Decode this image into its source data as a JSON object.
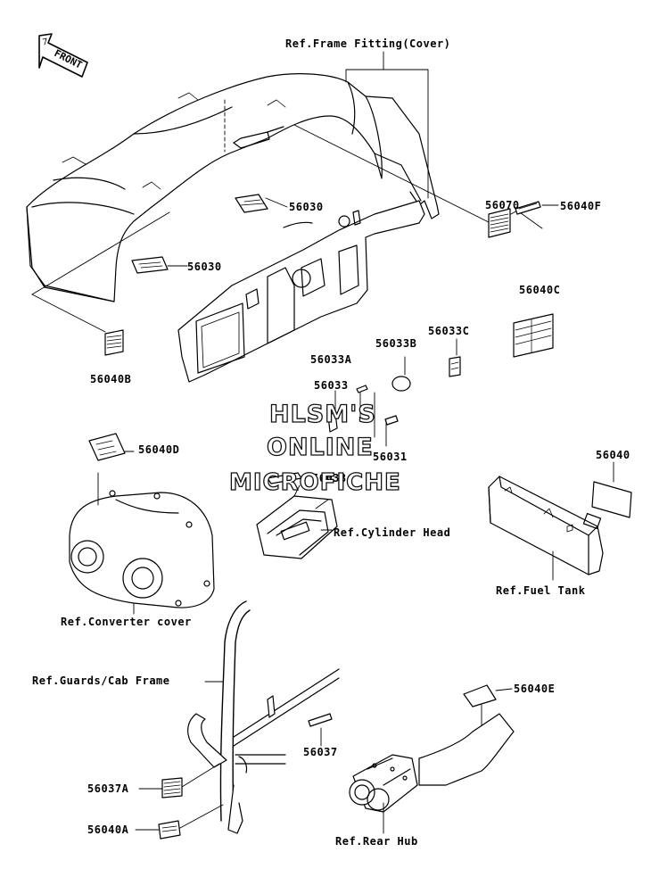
{
  "front_arrow_text": "FRONT",
  "labels": {
    "ref_frame_fitting": "Ref.Frame Fitting(Cover)",
    "p56030_a": "56030",
    "p56030_b": "56030",
    "p56070": "56070",
    "p56040F": "56040F",
    "p56040C": "56040C",
    "p56033C": "56033C",
    "p56033B": "56033B",
    "p56033A": "56033A",
    "p56033": "56033",
    "p56040B": "56040B",
    "p56031": "56031",
    "p56040D": "56040D",
    "p56038": "56038",
    "ref_cylinder_head": "Ref.Cylinder Head",
    "p56040": "56040",
    "ref_fuel_tank": "Ref.Fuel Tank",
    "ref_converter_cover": "Ref.Converter cover",
    "ref_guards_cab": "Ref.Guards/Cab Frame",
    "p56040E": "56040E",
    "p56037": "56037",
    "p56037A": "56037A",
    "p56040A": "56040A",
    "ref_rear_hub": "Ref.Rear Hub"
  },
  "watermark": {
    "line1": "HLSM'S",
    "line2": "ONLINE",
    "line3": "MICROFICHE"
  }
}
